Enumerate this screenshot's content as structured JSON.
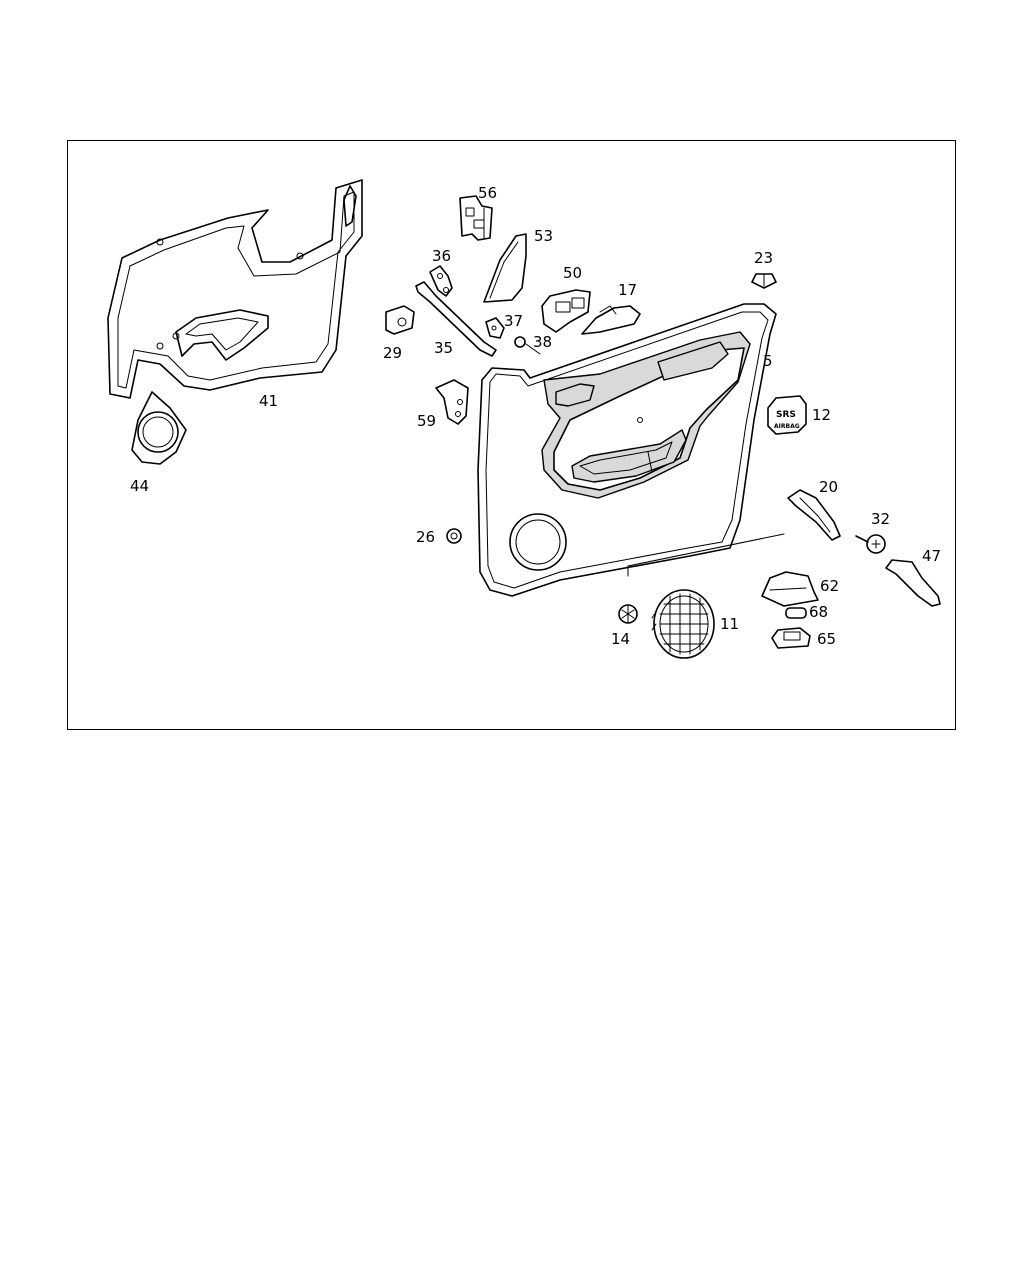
{
  "diagram": {
    "callouts": [
      {
        "id": "56",
        "text": "56"
      },
      {
        "id": "53",
        "text": "53"
      },
      {
        "id": "36",
        "text": "36"
      },
      {
        "id": "50",
        "text": "50"
      },
      {
        "id": "23",
        "text": "23"
      },
      {
        "id": "17",
        "text": "17"
      },
      {
        "id": "37",
        "text": "37"
      },
      {
        "id": "38",
        "text": "38"
      },
      {
        "id": "29",
        "text": "29"
      },
      {
        "id": "35",
        "text": "35"
      },
      {
        "id": "5",
        "text": "5"
      },
      {
        "id": "41",
        "text": "41"
      },
      {
        "id": "59",
        "text": "59"
      },
      {
        "id": "12",
        "text": "12"
      },
      {
        "id": "44",
        "text": "44"
      },
      {
        "id": "20",
        "text": "20"
      },
      {
        "id": "32",
        "text": "32"
      },
      {
        "id": "26",
        "text": "26"
      },
      {
        "id": "47",
        "text": "47"
      },
      {
        "id": "62",
        "text": "62"
      },
      {
        "id": "68",
        "text": "68"
      },
      {
        "id": "11",
        "text": "11"
      },
      {
        "id": "14",
        "text": "14"
      },
      {
        "id": "65",
        "text": "65"
      }
    ],
    "badge": {
      "line1": "SRS",
      "line2": "AIRBAG"
    }
  }
}
